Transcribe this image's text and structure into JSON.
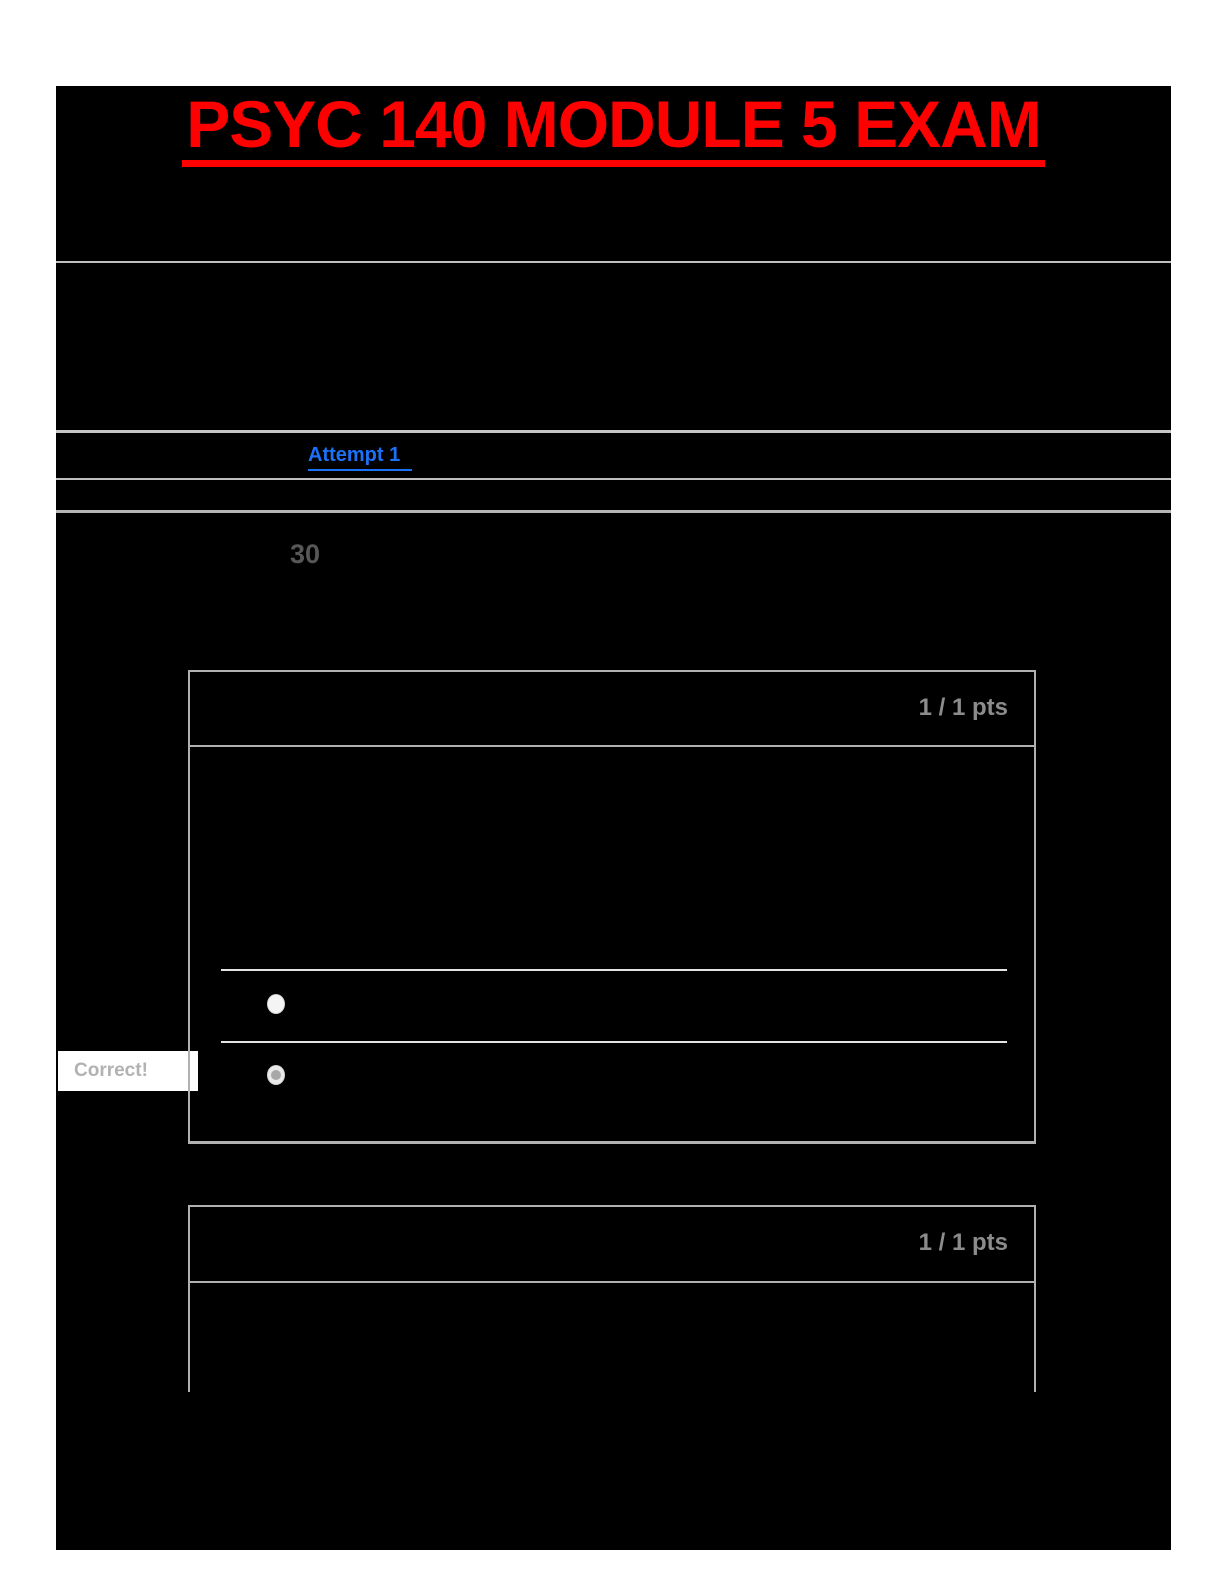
{
  "page": {
    "title": "PSYC 140 MODULE 5 EXAM"
  },
  "attempt_history": {
    "attempt_label": "Attempt 1",
    "score": "30"
  },
  "questions": [
    {
      "points_label": "1 / 1 pts",
      "answers": [
        {
          "selected": false
        },
        {
          "selected": true,
          "flag": "Correct!"
        }
      ]
    },
    {
      "points_label": "1 / 1 pts"
    }
  ],
  "colors": {
    "title_red": "#ff0000",
    "link_blue": "#1b72f7",
    "content_bg": "#000000",
    "page_margin_bg": "#ffffff",
    "divider_gray": "#bfbfbf",
    "points_gray": "#8c8c8c",
    "correct_flag_text": "#b2b2b2"
  }
}
